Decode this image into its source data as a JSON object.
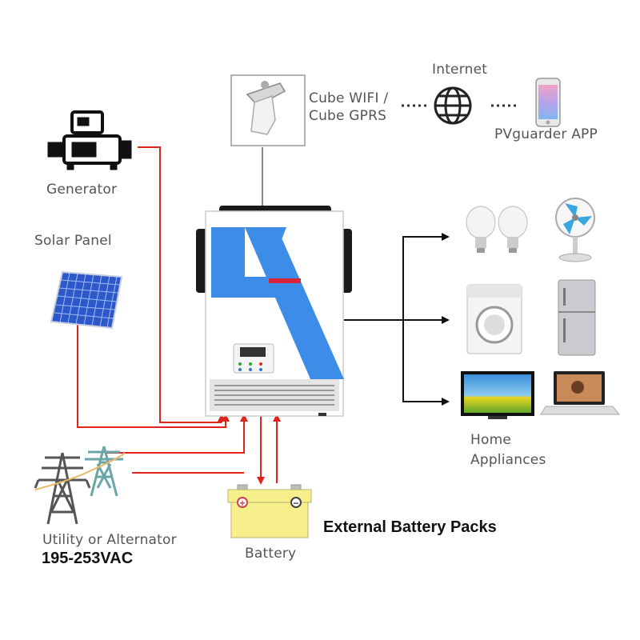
{
  "labels": {
    "internet": "Internet",
    "cube_line1": "Cube WIFI /",
    "cube_line2": "Cube GPRS",
    "pvguarder": "PVguarder APP",
    "generator": "Generator",
    "solar_panel": "Solar Panel",
    "utility_line1": "Utility or Alternator",
    "utility_voltage": "195-253VAC",
    "home_line1": "Home",
    "home_line2": "Appliances",
    "battery": "Battery",
    "external_battery": "External Battery Packs",
    "battery_plus": "+",
    "battery_minus": "−"
  },
  "colors": {
    "line_red": "#e0241b",
    "line_black": "#111111",
    "line_gray": "#888888",
    "logo_blue": "#3d8ce8",
    "battery_yellow": "#f7ef8c"
  },
  "icons": {
    "generator": "generator-icon",
    "solar": "solar-panel-icon",
    "tower": "power-tower-icon",
    "wifi_module": "wifi-dongle-icon",
    "globe": "globe-icon",
    "phone": "smartphone-icon",
    "inverter": "inverter-icon",
    "bulb": "light-bulb-icon",
    "fan": "fan-icon",
    "washer": "washing-machine-icon",
    "fridge": "refrigerator-icon",
    "tv": "television-icon",
    "laptop": "laptop-icon",
    "battery": "battery-icon"
  }
}
